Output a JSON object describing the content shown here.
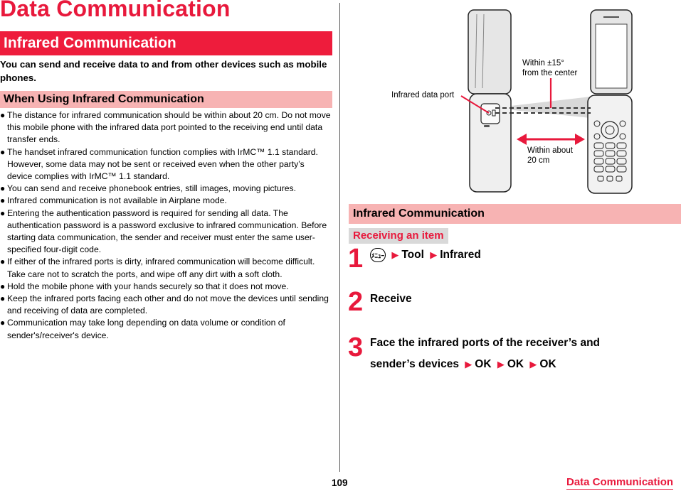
{
  "page_title": "Data Communication",
  "section_title": "Infrared Communication",
  "intro": "You can send and receive data to and from other devices such as mobile phones.",
  "sub_title": "When Using Infrared Communication",
  "bullets": [
    "The distance for infrared communication should be within about 20 cm. Do not move this mobile phone with the infrared data port pointed to the receiving end until data transfer ends.",
    "The handset infrared communication function complies with IrMC™ 1.1 standard. However, some data may not be sent or received even when the other party’s device complies with IrMC™ 1.1 standard.",
    "You can send and receive phonebook entries, still images, moving pictures.",
    "Infrared communication is not available in Airplane mode.",
    "Entering the authentication password is required for sending all data. The authentication password is a password exclusive to infrared communication. Before starting data communication, the sender and receiver must enter the same user-specified four-digit code.",
    "If either of the infrared ports is dirty, infrared communication will become difficult. Take care not to scratch the ports, and wipe off any dirt with a soft cloth.",
    "Hold the mobile phone with your hands securely so that it does not move.",
    "Keep the infrared ports facing each other and do not move the devices until sending and receiving of data are completed.",
    "Communication may take long depending on data volume or condition of sender's/receiver's device."
  ],
  "bullet_glyph": "●",
  "diagram": {
    "port_label": "Infrared data port",
    "angle_label_1": "Within ±15°",
    "angle_label_2": "from the center",
    "distance_label_1": "Within about",
    "distance_label_2": "20 cm"
  },
  "right_section_title": "Infrared Communication",
  "tag": "Receiving an item",
  "steps": [
    {
      "num": "1",
      "menu_key": "ﾒﾆｭｰ",
      "items": [
        "Tool",
        "Infrared"
      ]
    },
    {
      "num": "2",
      "text": "Receive"
    },
    {
      "num": "3",
      "text_line1": "Face the infrared ports of the receiver’s and",
      "text_line2": "sender’s devices",
      "items": [
        "OK",
        "OK",
        "OK"
      ]
    }
  ],
  "arrow_glyph": "▶",
  "page_number": "109",
  "footer_title": "Data Communication",
  "colors": {
    "accent": "#e8193c",
    "banner": "#ee1c3c",
    "sub_banner": "#f7b3b3",
    "tag_bg": "#d9d9d9"
  }
}
